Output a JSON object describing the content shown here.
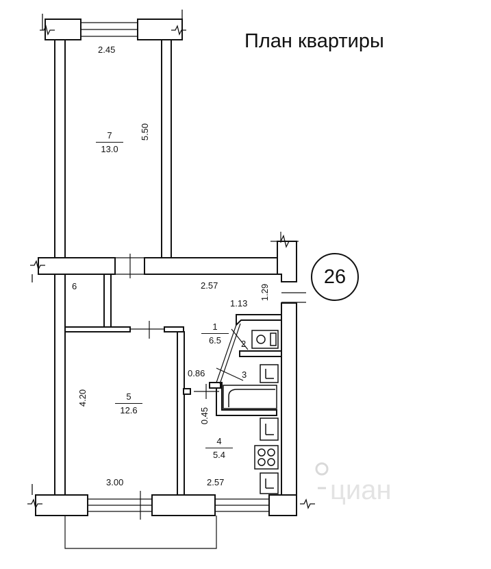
{
  "title": "План квартиры",
  "apartment_number": "26",
  "rooms": [
    {
      "number": "7",
      "area": "13.0"
    },
    {
      "number": "5",
      "area": "12.6"
    },
    {
      "number": "1",
      "area": "6.5"
    },
    {
      "number": "2"
    },
    {
      "number": "3"
    },
    {
      "number": "4",
      "area": "5.4"
    },
    {
      "number": "6"
    }
  ],
  "dimensions": {
    "room7_width": "2.45",
    "room7_length": "5.50",
    "corridor_width": "2.57",
    "passage_small": "1.13",
    "riser_depth": "1.29",
    "room5_length": "4.20",
    "room5_width": "3.00",
    "kitchen_width": "2.57",
    "bath_door": "0.86",
    "bath_wall": "0.45"
  },
  "watermark": "циан",
  "colors": {
    "ink": "#111111",
    "wall_fill": "#ffffff",
    "watermark": "#d9d9d9"
  }
}
